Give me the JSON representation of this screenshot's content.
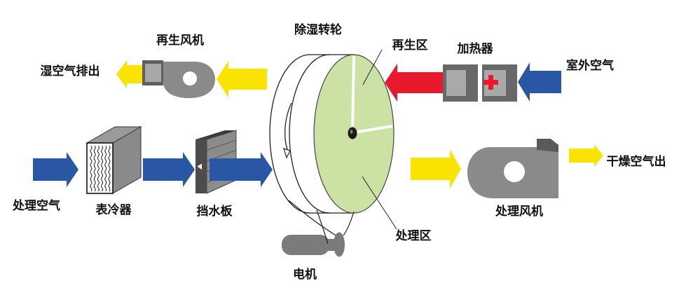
{
  "labels": {
    "regen_fan": "再生风机",
    "wet_air_out": "湿空气排出",
    "wheel": "除湿转轮",
    "regen_zone": "再生区",
    "heater": "加热器",
    "outdoor_air": "室外空气",
    "process_air": "处理空气",
    "surface_cooler": "表冷器",
    "water_baffle": "挡水板",
    "process_zone": "处理区",
    "process_fan": "处理风机",
    "dry_air_out": "干燥空气出",
    "motor": "电机"
  },
  "colors": {
    "process_air_blue": "#2a57a5",
    "hot_air_red": "#e8192d",
    "exhaust_yellow": "#f9e300",
    "wheel_green": "#cce1a4",
    "component_gray": "#8a8a8a",
    "dark_gray": "#5f5f5f"
  },
  "icons": {
    "heater_plus": "+",
    "rotation_direction": "counterclockwise-arrow"
  }
}
